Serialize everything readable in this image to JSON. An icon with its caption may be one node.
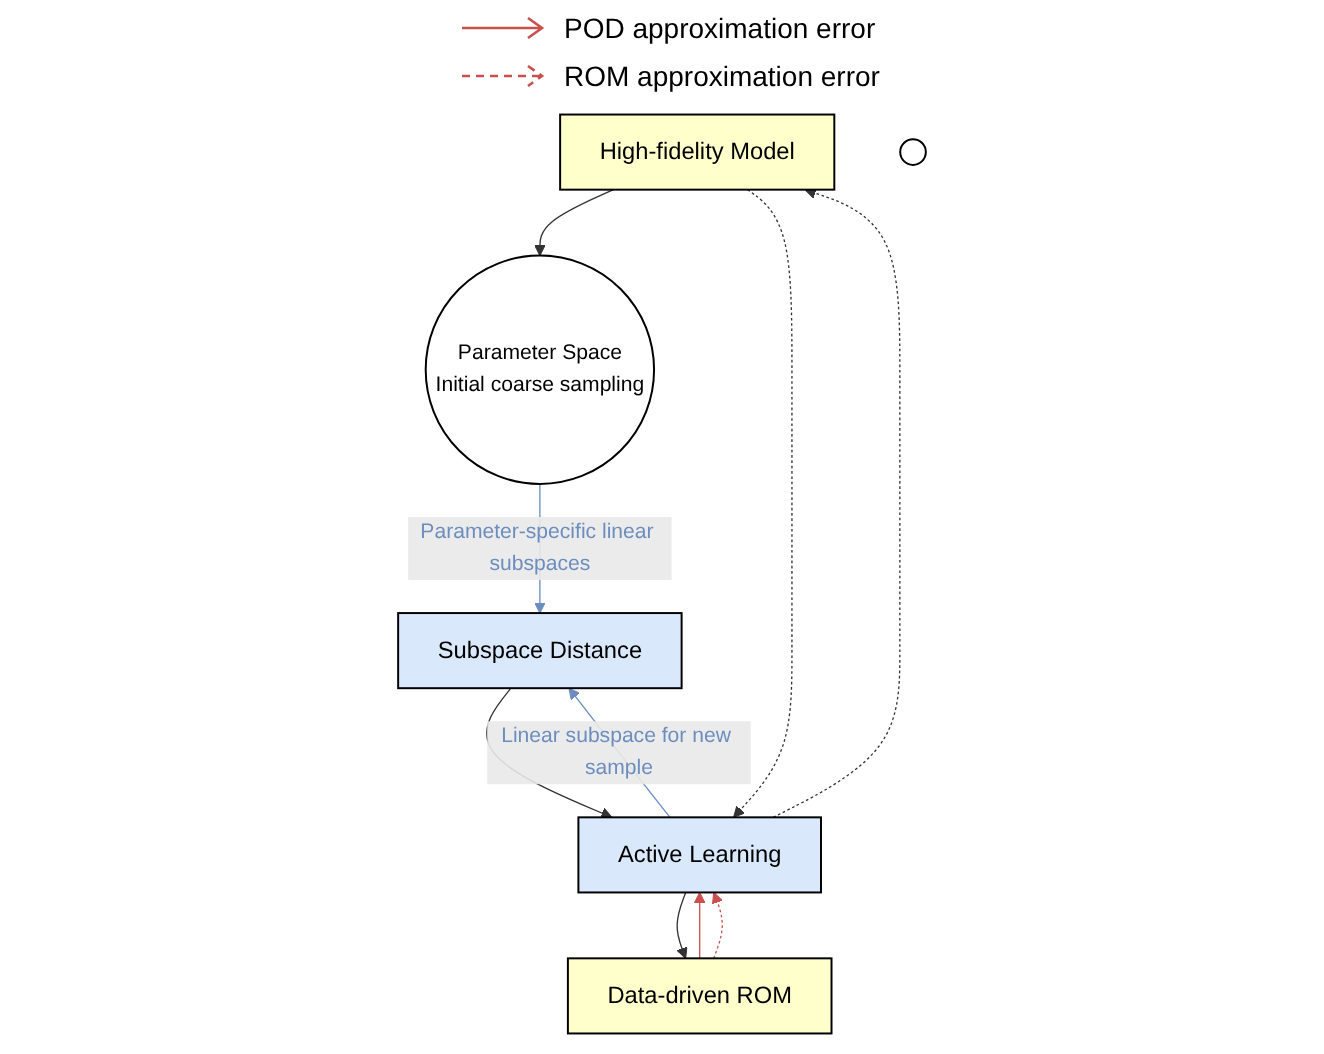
{
  "diagram": {
    "nodes": [
      {
        "text": [
          "High-fidelity Model"
        ]
      },
      {
        "text": [
          "Data-driven ROM"
        ]
      },
      {
        "text": [],
        "shape": "circle"
      },
      {
        "text": [
          "Parameter Space",
          "Initial coarse sampling"
        ]
      },
      {
        "text": [
          "Active Learning"
        ]
      },
      {
        "text": [
          "Subspace Distance"
        ]
      }
    ],
    "edges": [
      {
        "from": 0,
        "to": 3,
        "arrow": "to"
      },
      {
        "from": 0,
        "to": 4,
        "arrow": "to",
        "style": "dashed"
      },
      {
        "from": 4,
        "to": 0,
        "arrow": "to",
        "style": "dashed"
      },
      {
        "from": 1,
        "to": 4,
        "arrow": "to",
        "color": "#c9504f"
      },
      {
        "from": 1,
        "to": 4,
        "arrow": "to",
        "style": "dashed",
        "color": "#c9504f"
      },
      {
        "from": 4,
        "to": 1,
        "arrow": "to"
      },
      {
        "from": 3,
        "to": 5,
        "arrow": "to",
        "label": "Parameter-specific linear subspaces",
        "color": "#6c8ebf"
      },
      {
        "from": 5,
        "to": 4,
        "arrow": "to"
      },
      {
        "from": 4,
        "to": 5,
        "arrow": "to",
        "label": "Linear subspace for new sample",
        "color": "#6c8ebf"
      }
    ],
    "legend": [
      {
        "text": "POD approximation error"
      },
      {
        "text": "ROM approximation error"
      }
    ]
  }
}
